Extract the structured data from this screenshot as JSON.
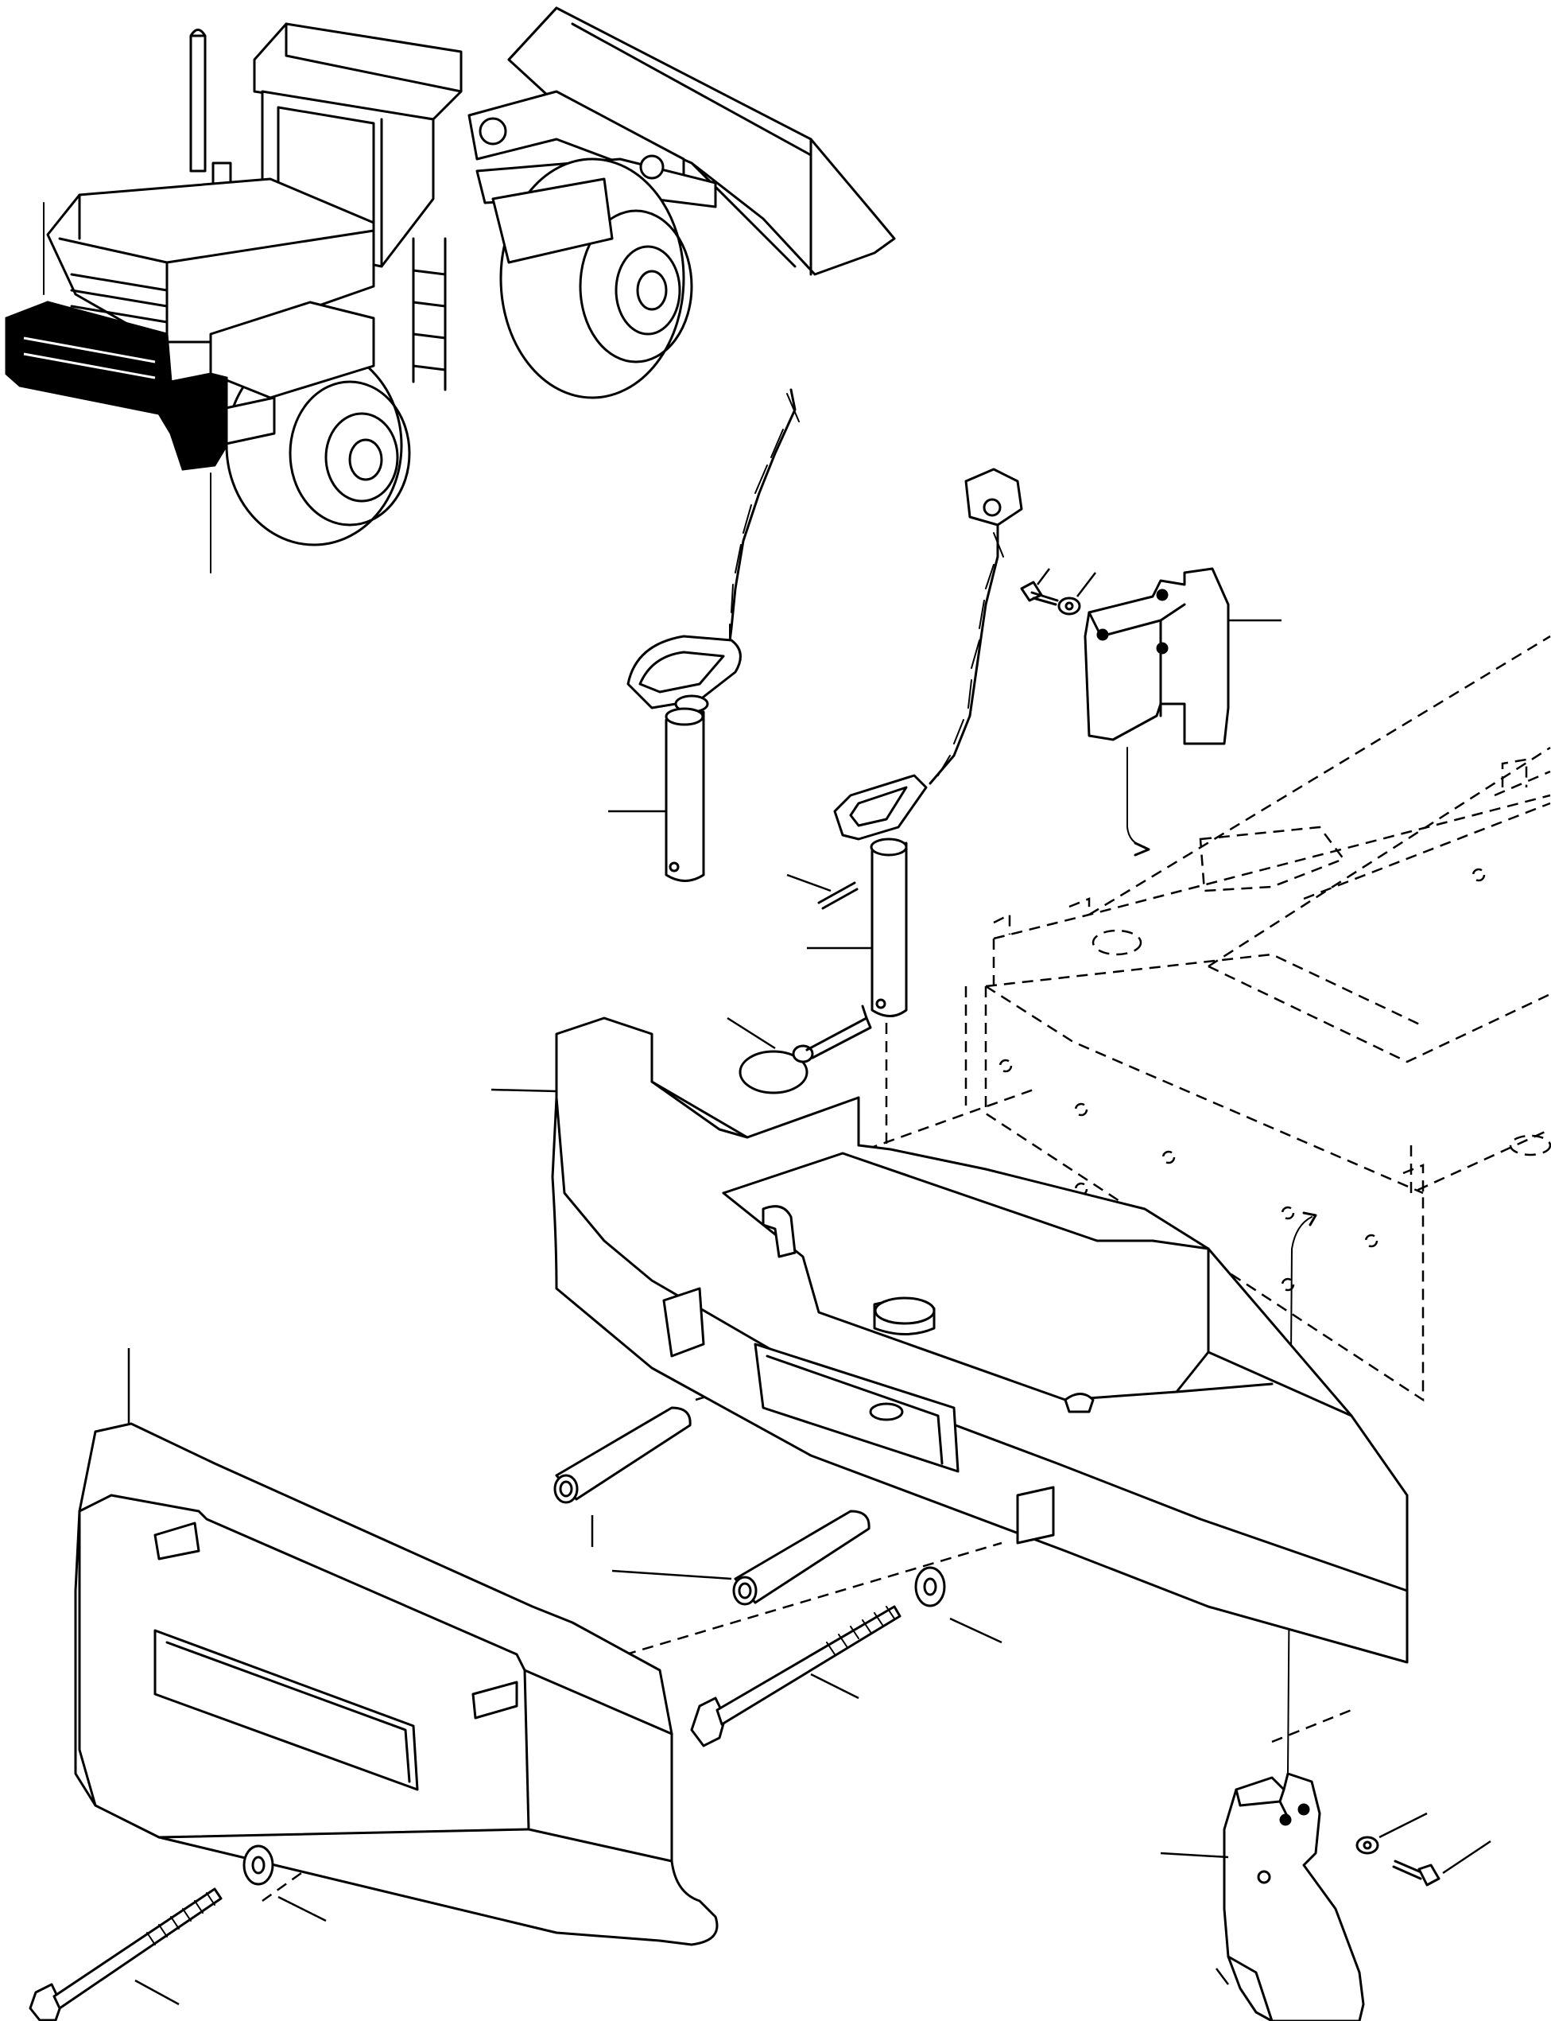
{
  "diagram": {
    "type": "exploded-parts-view",
    "parts": [
      {
        "name": "wheel-loader",
        "role": "overview"
      },
      {
        "name": "counterweight-upper"
      },
      {
        "name": "counterweight-lower"
      },
      {
        "name": "mounting-bracket-right"
      },
      {
        "name": "mounting-bracket-lower"
      },
      {
        "name": "locking-pin-with-chain"
      },
      {
        "name": "hitch-pin-with-chain"
      },
      {
        "name": "linch-pin-with-ring"
      },
      {
        "name": "split-pin"
      },
      {
        "name": "sleeve-short"
      },
      {
        "name": "sleeve-long"
      },
      {
        "name": "bolt-long-upper"
      },
      {
        "name": "bolt-long-lower"
      },
      {
        "name": "washer-upper"
      },
      {
        "name": "washer-lower"
      },
      {
        "name": "small-bolt-upper"
      },
      {
        "name": "small-washer-upper"
      },
      {
        "name": "small-bolt-lower"
      },
      {
        "name": "small-washer-lower"
      },
      {
        "name": "frame-rear",
        "style": "dashed"
      }
    ],
    "callouts": 22
  }
}
